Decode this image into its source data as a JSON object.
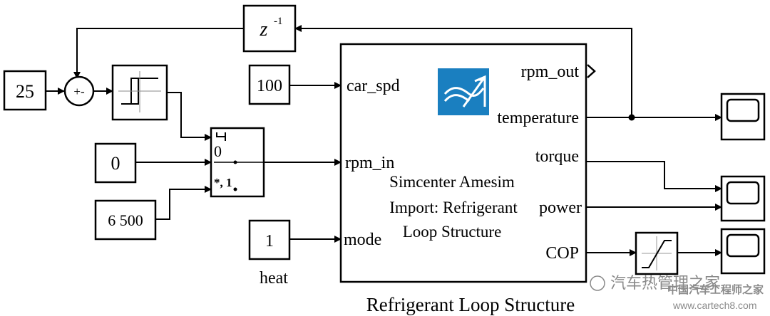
{
  "blocks": {
    "const_25": "25",
    "const_100": "100",
    "const_0": "0",
    "const_6500": "6 500",
    "const_1": "1",
    "const_1_caption": "heat",
    "delay": "z",
    "delay_exp": "-1",
    "sum_signs": "+-",
    "switch_top_port": "0",
    "switch_bottom_port": "*, 1"
  },
  "amesim": {
    "inputs": [
      "car_spd",
      "rpm_in",
      "mode"
    ],
    "outputs": [
      "rpm_out",
      "temperature",
      "torque",
      "power",
      "COP"
    ],
    "center_text": [
      "Simcenter Amesim",
      "Import: Refrigerant",
      "Loop Structure"
    ],
    "caption": "Refrigerant Loop Structure",
    "logo_color": "#1a7fc0"
  },
  "watermark": {
    "line1": "汽车热管理之家",
    "line2": "中国汽车工程师之家",
    "line3": "www.cartech8.com"
  }
}
